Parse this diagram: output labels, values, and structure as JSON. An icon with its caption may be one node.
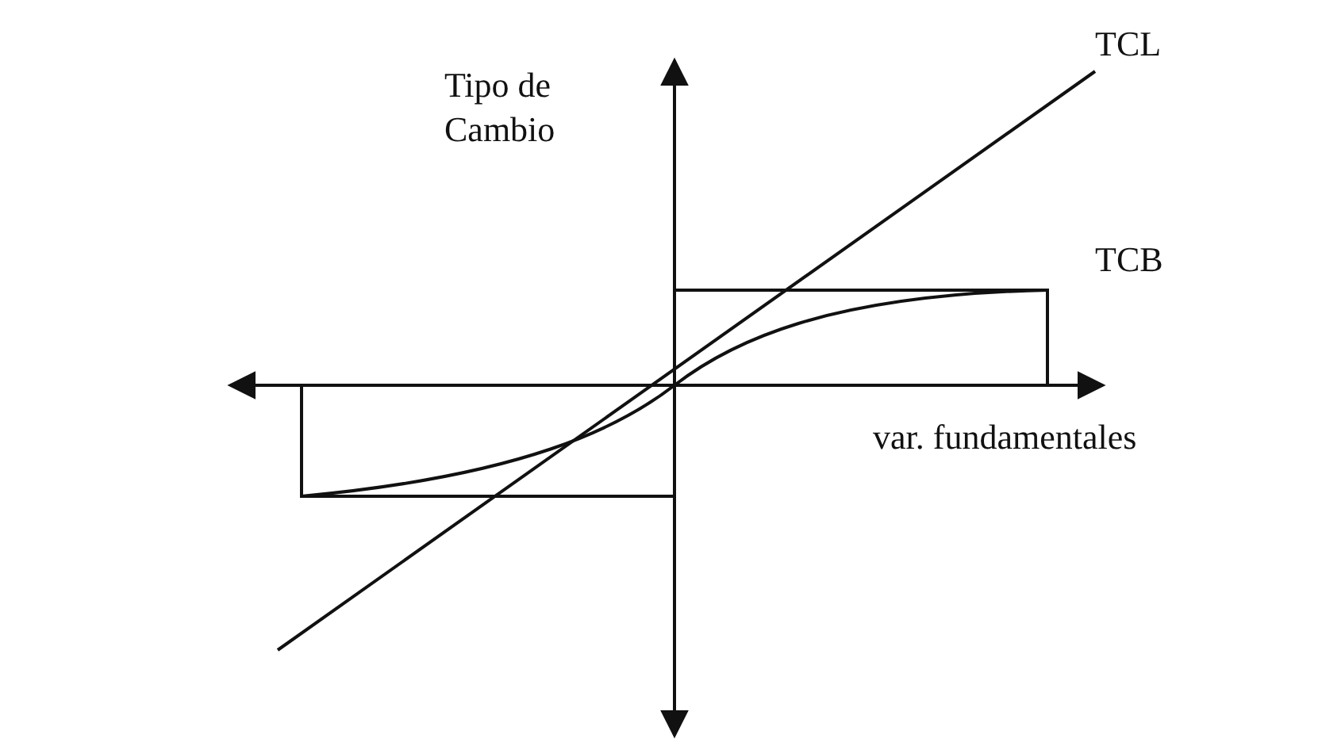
{
  "diagram": {
    "labels": [
      "Tipo de Cambio",
      "TCL",
      "TCB",
      "var. fundamentales"
    ]
  }
}
